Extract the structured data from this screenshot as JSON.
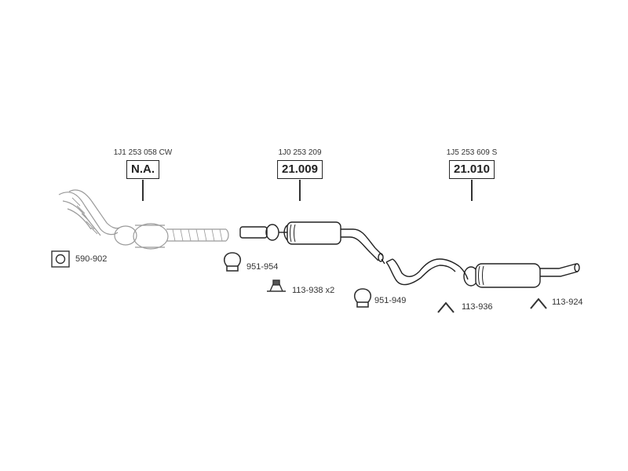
{
  "parts": [
    {
      "oe_number": "1J1 253 058 CW",
      "badge": "N.A."
    },
    {
      "oe_number": "1J0 253 209",
      "badge": "21.009"
    },
    {
      "oe_number": "1J5 253 609 S",
      "badge": "21.010"
    }
  ],
  "accessories": [
    {
      "icon": "gasket-icon",
      "label": "590-902"
    },
    {
      "icon": "clamp-icon",
      "label": "951-954"
    },
    {
      "icon": "rubber-mount-icon",
      "label": "113-938 x2"
    },
    {
      "icon": "clamp-icon",
      "label": "951-949"
    },
    {
      "icon": "hanger-icon",
      "label": "113-936"
    },
    {
      "icon": "hanger-icon",
      "label": "113-924"
    }
  ]
}
